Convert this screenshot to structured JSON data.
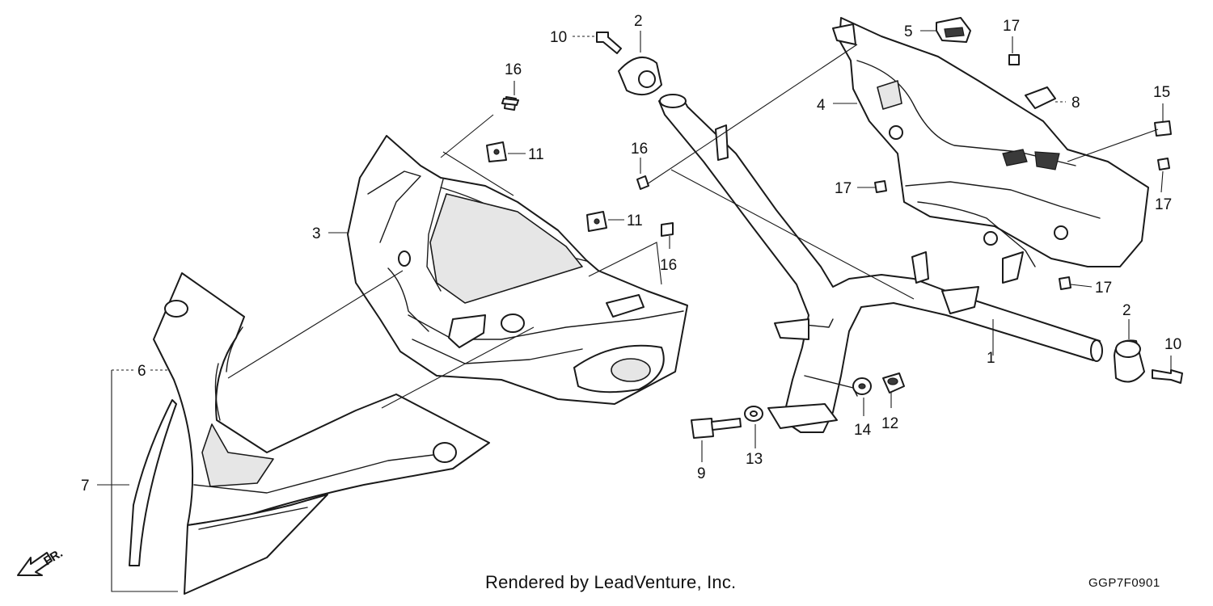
{
  "diagram": {
    "callouts": [
      "1",
      "2",
      "2",
      "3",
      "4",
      "5",
      "6",
      "7",
      "8",
      "9",
      "10",
      "10",
      "11",
      "11",
      "12",
      "13",
      "14",
      "15",
      "16",
      "16",
      "16",
      "17",
      "17",
      "17",
      "17"
    ],
    "direction_marker": "FR.",
    "credit": "Rendered by LeadVenture, Inc.",
    "figure_code": "GGP7F0901"
  }
}
